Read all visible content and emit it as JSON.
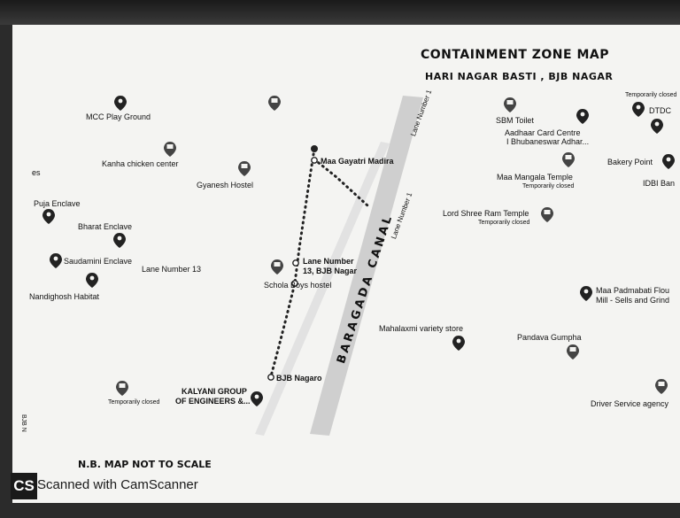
{
  "title": "CONTAINMENT ZONE MAP",
  "subtitle": "HARI NAGAR BASTI , BJB NAGAR",
  "note": "N.B. MAP NOT TO SCALE",
  "places": {
    "mcc_play_ground": "MCC Play Ground",
    "kanha_chicken": "Kanha chicken center",
    "gyanesh_hostel": "Gyanesh Hostel",
    "maa_gayatri": "Maa Gayatri Madira",
    "edge_es": "es",
    "puja_enclave": "Puja Enclave",
    "bharat_enclave": "Bharat Enclave",
    "saudamini_enclave": "Saudamini Enclave",
    "lane_13": "Lane Number 13",
    "nandighosh_habitat": "Nandighosh Habitat",
    "lane_13_bjb_1": "Lane Number",
    "lane_13_bjb_2": "13, BJB Nagar",
    "scholar_boys_hostel": "Schola Boys hostel",
    "bjb_nagar": "BJB Nagaro",
    "kalyani_1": "KALYANI GROUP",
    "kalyani_2": "OF ENGINEERS &...",
    "temp_closed": "Temporarily closed",
    "sbm_toilet": "SBM Toilet",
    "aadhaar_1": "Aadhaar Card Centre",
    "aadhaar_2": "I Bhubaneswar Adhar...",
    "temp_closed_top": "Temporarily closed",
    "dtdc": "DTDC",
    "bakery_point": "Bakery Point",
    "idbi": "IDBI Ban",
    "maa_mangala": "Maa Mangala Temple",
    "maa_mangala_status": "Temporarily closed",
    "lord_shree_ram": "Lord Shree Ram Temple",
    "lord_shree_ram_status": "Temporarily closed",
    "maa_padmabati_1": "Maa Padmabati Flou",
    "maa_padmabati_2": "Mill - Sells and Grind",
    "mahalaxmi": "Mahalaxmi variety store",
    "pandava_gumpha": "Pandava Gumpha",
    "driver_service": "Driver Service agency",
    "lane_1": "Lane Number 1",
    "canal": "BARAGADA CANAL",
    "bjb_n_edge": "BJB N"
  },
  "watermark": {
    "logo": "CS",
    "text": "Scanned with CamScanner"
  },
  "colors": {
    "paper": "#f4f4f2",
    "ink": "#111111",
    "canal": "#cfcfcf"
  }
}
